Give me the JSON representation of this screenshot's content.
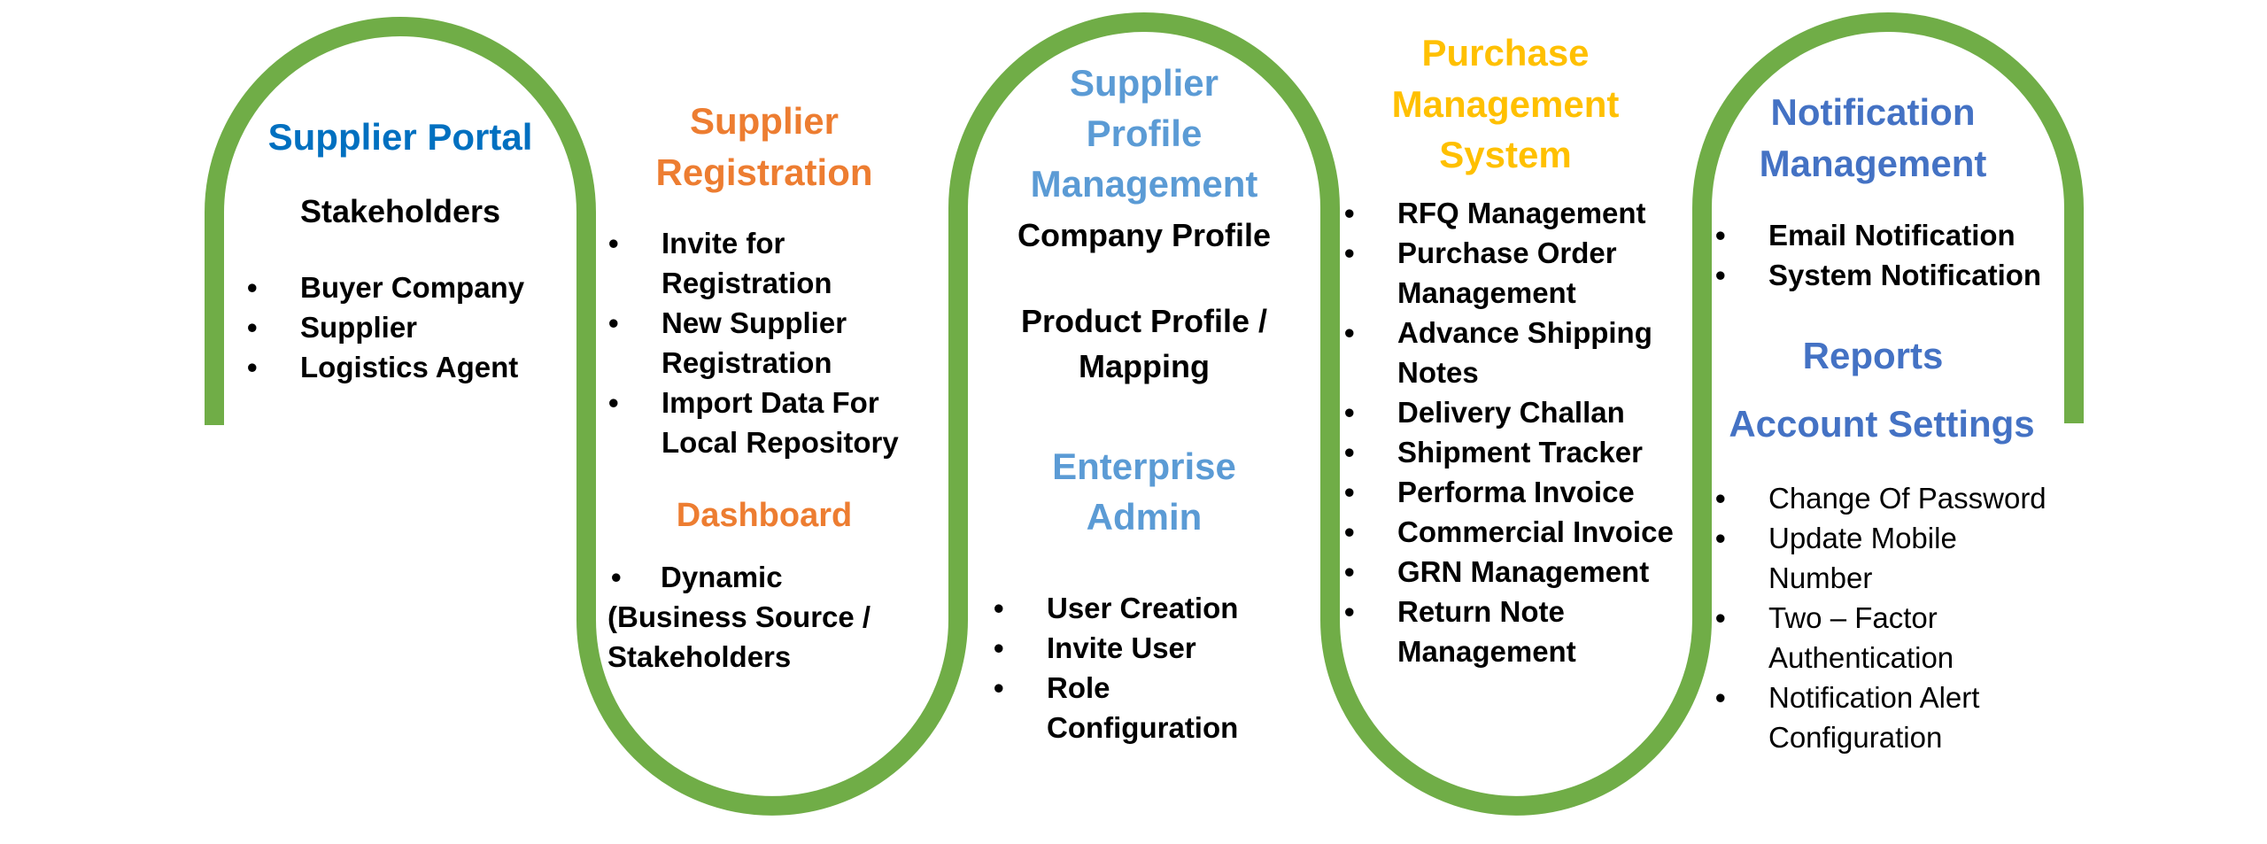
{
  "colors": {
    "wave": "#70ad47",
    "blue_dark": "#0070c0",
    "orange": "#ed7d31",
    "blue_light": "#5b9bd5",
    "gold": "#ffc000",
    "blue_mid": "#4472c4"
  },
  "col1": {
    "title": "Supplier Portal",
    "subtitle": "Stakeholders",
    "items": [
      "Buyer Company",
      "Supplier",
      "Logistics Agent"
    ]
  },
  "col2": {
    "title_line1": "Supplier",
    "title_line2": "Registration",
    "items": [
      "Invite for Registration",
      "New Supplier Registration",
      "Import Data For Local Repository"
    ],
    "dashboard_title": "Dashboard",
    "dashboard_line1": "Dynamic",
    "dashboard_line2": "(Business Source /",
    "dashboard_line3": "Stakeholders"
  },
  "col3": {
    "title_line1": "Supplier",
    "title_line2": "Profile",
    "title_line3": "Management",
    "company_profile": "Company Profile",
    "product_line1": "Product Profile /",
    "product_line2": "Mapping",
    "enterprise_line1": "Enterprise",
    "enterprise_line2": "Admin",
    "items": [
      "User Creation",
      "Invite User",
      "Role Configuration"
    ]
  },
  "col4": {
    "title_line1": "Purchase",
    "title_line2": "Management",
    "title_line3": "System",
    "items": [
      "RFQ Management",
      "Purchase Order Management",
      "Advance Shipping Notes",
      "Delivery Challan",
      "Shipment Tracker",
      "Performa Invoice",
      "Commercial Invoice",
      "GRN Management",
      "Return Note Management"
    ]
  },
  "col5": {
    "title_line1": "Notification",
    "title_line2": "Management",
    "notif_items": [
      "Email Notification",
      "System Notification"
    ],
    "reports": "Reports",
    "account_settings": "Account Settings",
    "account_items": [
      "Change Of Password",
      "Update Mobile Number",
      "Two – Factor Authentication",
      "Notification Alert Configuration"
    ]
  }
}
